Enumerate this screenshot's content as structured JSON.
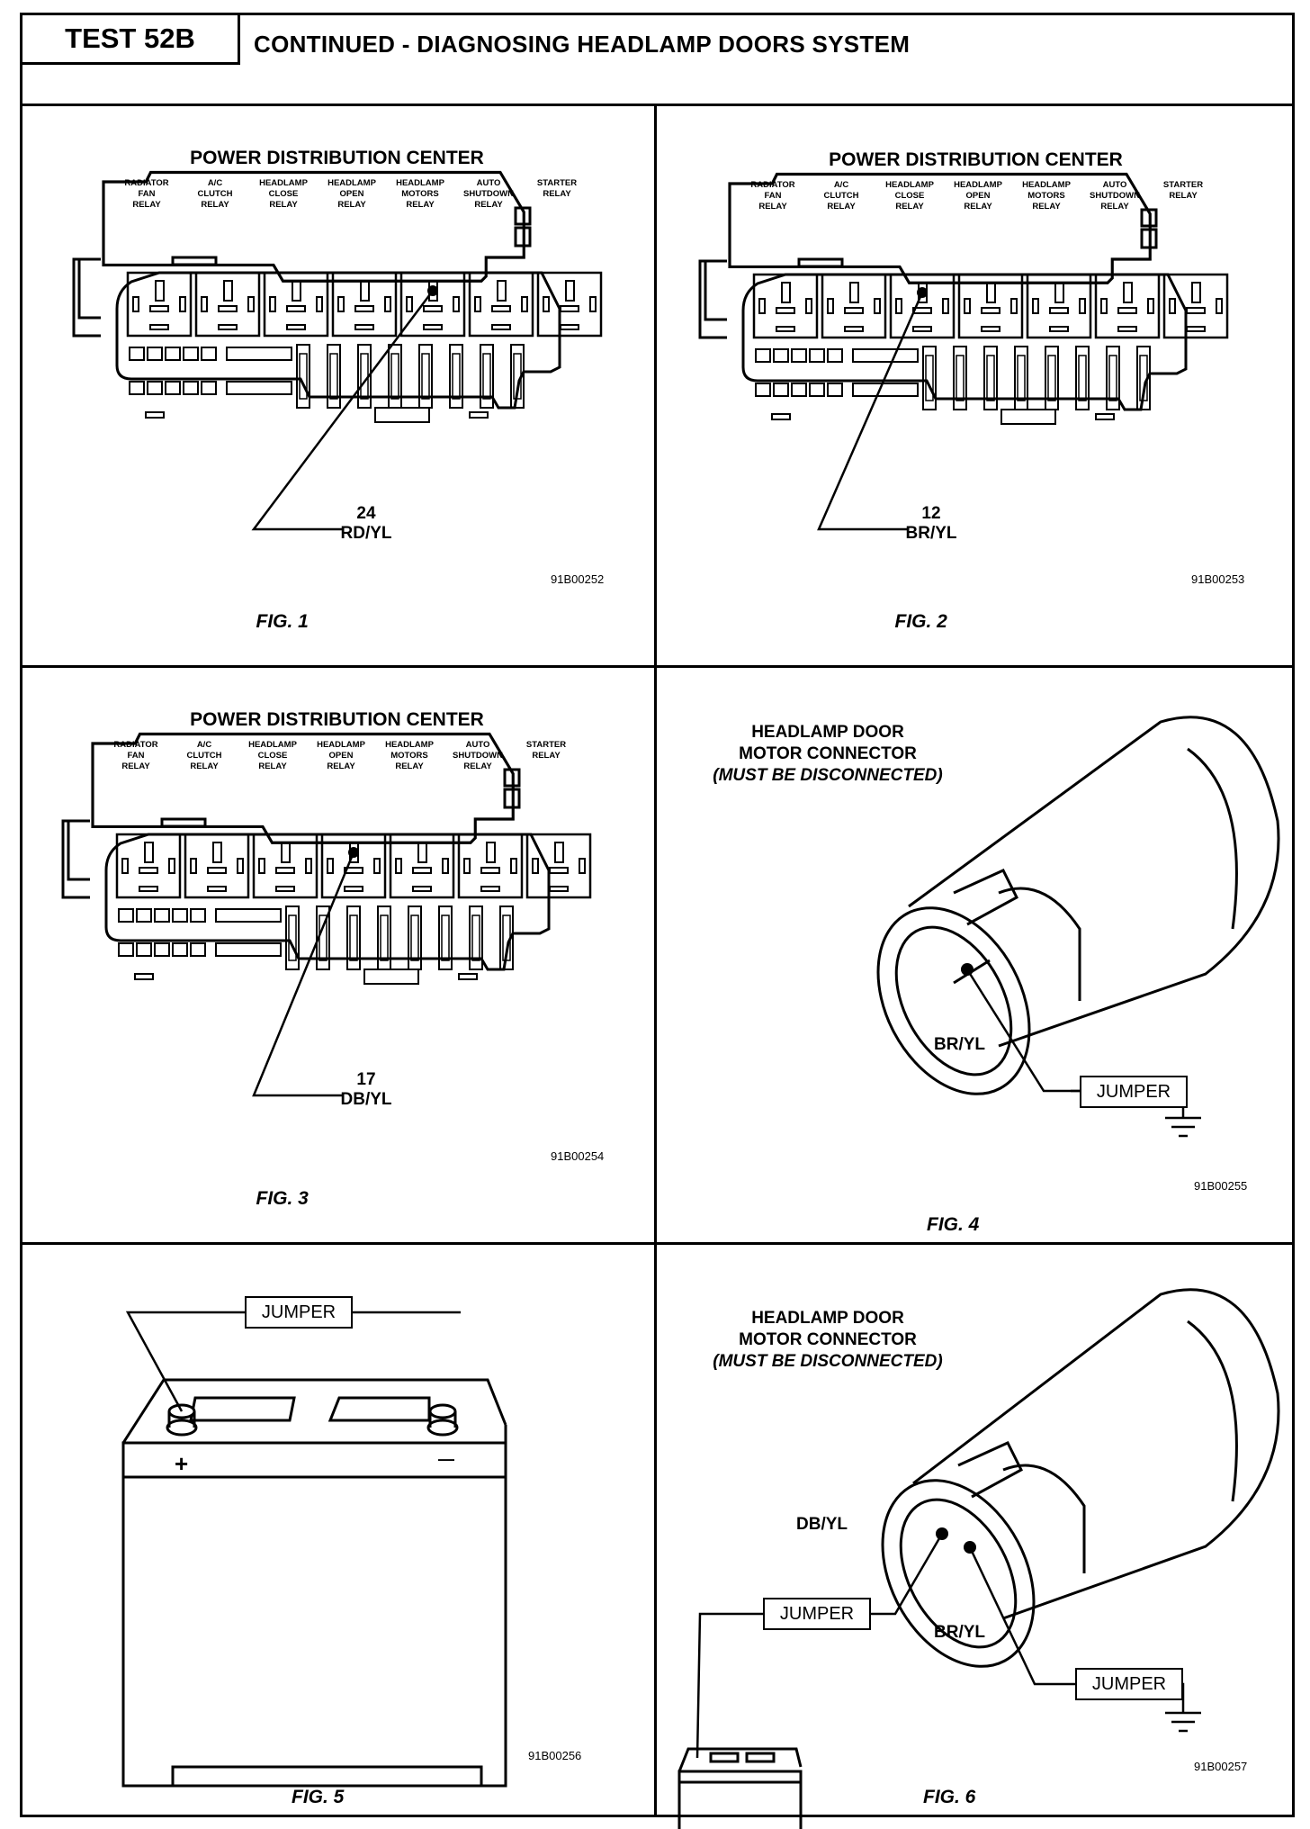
{
  "header": {
    "test_label": "TEST 52B",
    "title": "CONTINUED - DIAGNOSING HEADLAMP DOORS SYSTEM"
  },
  "pdc": {
    "title": "POWER DISTRIBUTION CENTER",
    "relays": [
      "RADIATOR\nFAN\nRELAY",
      "A/C\nCLUTCH\nRELAY",
      "HEADLAMP\nCLOSE\nRELAY",
      "HEADLAMP\nOPEN\nRELAY",
      "HEADLAMP\nMOTORS\nRELAY",
      "AUTO\nSHUTDOWN\nRELAY",
      "STARTER\nRELAY"
    ]
  },
  "fig1": {
    "cavity": "24",
    "wire": "RD/YL",
    "code": "91B00252",
    "caption": "FIG. 1"
  },
  "fig2": {
    "cavity": "12",
    "wire": "BR/YL",
    "code": "91B00253",
    "caption": "FIG. 2"
  },
  "fig3": {
    "cavity": "17",
    "wire": "DB/YL",
    "code": "91B00254",
    "caption": "FIG. 3"
  },
  "fig4": {
    "title_line1": "HEADLAMP DOOR",
    "title_line2": "MOTOR CONNECTOR",
    "note": "(MUST BE DISCONNECTED)",
    "wire": "BR/YL",
    "jumper": "JUMPER",
    "code": "91B00255",
    "caption": "FIG. 4"
  },
  "fig5": {
    "jumper": "JUMPER",
    "plus": "+",
    "minus": "—",
    "code": "91B00256",
    "caption": "FIG. 5"
  },
  "fig6": {
    "title_line1": "HEADLAMP DOOR",
    "title_line2": "MOTOR CONNECTOR",
    "note": "(MUST BE DISCONNECTED)",
    "wire_a": "DB/YL",
    "wire_b": "BR/YL",
    "jumper_a": "JUMPER",
    "jumper_b": "JUMPER",
    "code": "91B00257",
    "caption": "FIG. 6"
  }
}
